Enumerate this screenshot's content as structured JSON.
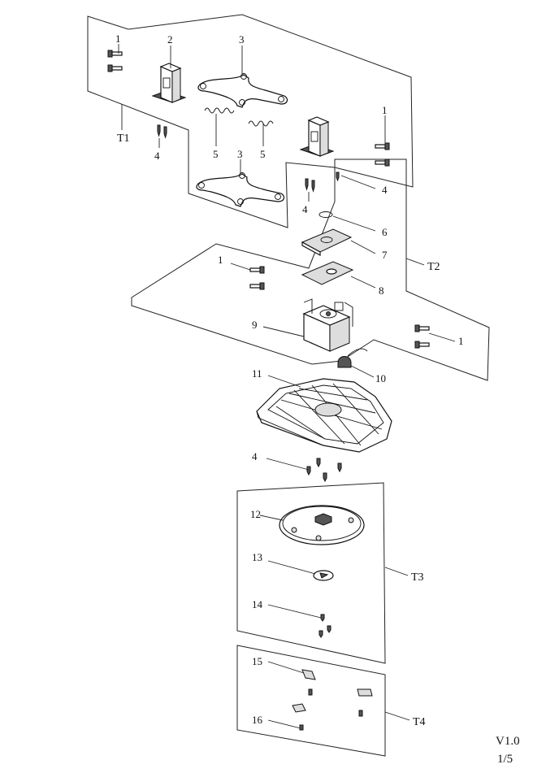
{
  "callouts": [
    "1",
    "2",
    "3",
    "1",
    "5",
    "5",
    "3",
    "4",
    "4",
    "4",
    "6",
    "7",
    "1",
    "8",
    "9",
    "1",
    "10",
    "11",
    "4",
    "12",
    "13",
    "14",
    "15",
    "16"
  ],
  "groups": [
    "T1",
    "T2",
    "T3",
    "T4"
  ],
  "footer": {
    "version": "V1.0",
    "page": "1/5"
  }
}
